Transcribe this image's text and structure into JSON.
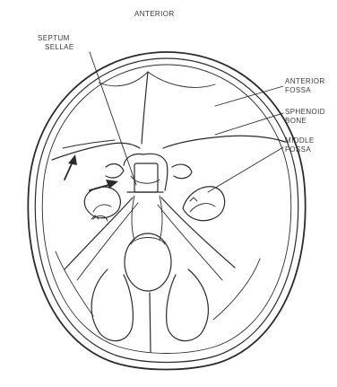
{
  "diagram": {
    "orientation_label": "ANTERIOR",
    "labels": {
      "septum_line1": "SEPTUM",
      "septum_line2": "SELLAE",
      "anterior_line1": "ANTERIOR",
      "anterior_line2": "FOSSA",
      "sphenoid_line1": "SPHENOID",
      "sphenoid_line2": "BONE",
      "middle_line1": "MIDDLE",
      "middle_line2": "FOSSA"
    },
    "colors": {
      "line": "#2b2b2b",
      "label": "#3a3a3a",
      "background": "#ffffff"
    }
  }
}
